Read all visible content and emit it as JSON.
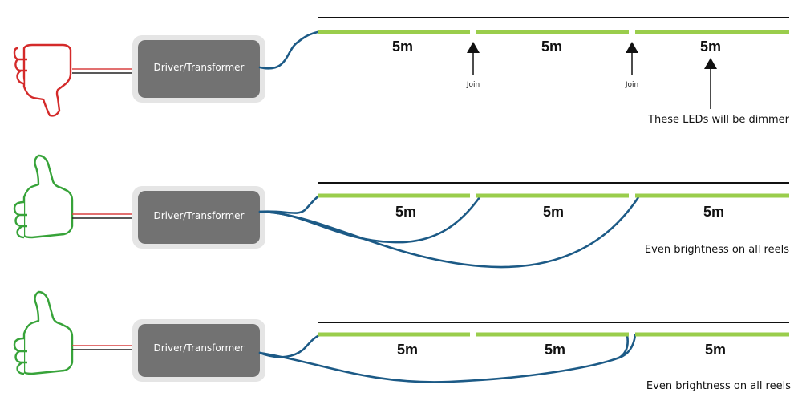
{
  "driver_label": "Driver/Transformer",
  "rows": [
    {
      "verdict_icon": "thumbs-down-icon",
      "verdict_color": "#d42a2a",
      "reels": [
        "5m",
        "5m",
        "5m"
      ],
      "joins": [
        "Join",
        "Join"
      ],
      "note": "These LEDs will be dimmer"
    },
    {
      "verdict_icon": "thumbs-up-icon",
      "verdict_color": "#37a339",
      "reels": [
        "5m",
        "5m",
        "5m"
      ],
      "note": "Even brightness on all reels"
    },
    {
      "verdict_icon": "thumbs-up-icon",
      "verdict_color": "#37a339",
      "reels": [
        "5m",
        "5m",
        "5m"
      ],
      "note": "Even brightness on all reels"
    }
  ],
  "colors": {
    "strip": "#9acd4c",
    "wire": "#1c5a86",
    "driver": "#727272"
  }
}
